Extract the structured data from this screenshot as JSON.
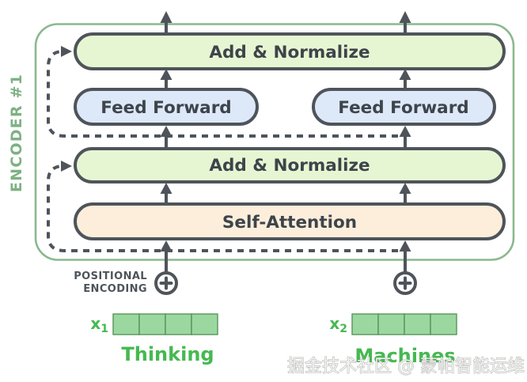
{
  "diagram": {
    "encoder_label": "ENCODER #1",
    "boxes": {
      "add_normalize_top": "Add & Normalize",
      "feed_forward_left": "Feed Forward",
      "feed_forward_right": "Feed Forward",
      "add_normalize_bottom": "Add & Normalize",
      "self_attention": "Self-Attention"
    },
    "positional_encoding": {
      "line1": "POSITIONAL",
      "line2": "ENCODING"
    },
    "inputs": [
      {
        "var": "x",
        "sub": "1",
        "word": "Thinking"
      },
      {
        "var": "x",
        "sub": "2",
        "word": "Machines"
      }
    ],
    "watermark": "掘金技术社区 @ 蒙帕智能运维",
    "colors": {
      "frame_green": "#8ab98e",
      "encoder_label_green": "#7eb183",
      "outline_dark": "#4e545a",
      "add_normalize_fill": "#e7f6d2",
      "feed_forward_fill": "#dde9f9",
      "self_attention_fill": "#fceedb",
      "token_green": "#45b950",
      "embedding_fill": "#9bd89f",
      "embedding_stroke": "#57935c"
    }
  }
}
